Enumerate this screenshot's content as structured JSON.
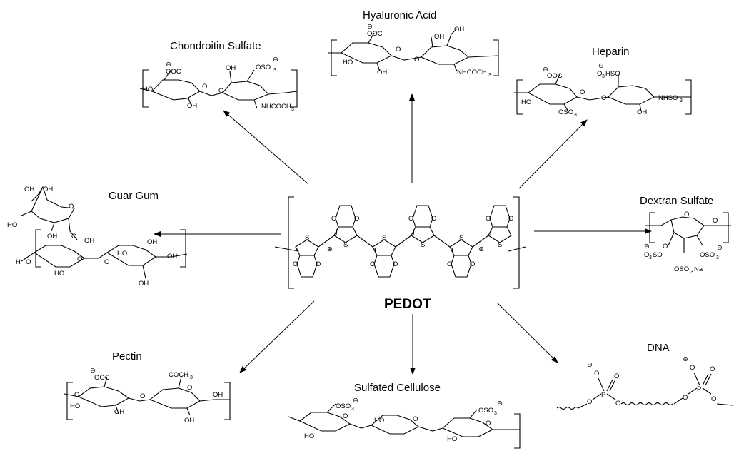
{
  "center": {
    "name": "PEDOT",
    "atoms": {
      "sulfur": "S",
      "oxygen": "O",
      "charge_plus": "⊕"
    }
  },
  "polyanions": [
    {
      "id": "chondroitin",
      "name": "Chondroitin Sulfate",
      "labels": [
        "OOC",
        "OSO",
        "3",
        "HO",
        "OH",
        "NHCOCH",
        "3",
        "OH",
        "O",
        "O",
        "⊖",
        "⊖"
      ]
    },
    {
      "id": "hyaluronic",
      "name": "Hyaluronic  Acid",
      "labels": [
        "OOC",
        "OH",
        "OH",
        "HO",
        "OH",
        "NHCOCH",
        "3",
        "O",
        "O",
        "⊖"
      ]
    },
    {
      "id": "heparin",
      "name": "Heparin",
      "labels": [
        "OOC",
        "O",
        "3",
        "HSO",
        "HO",
        "OSO",
        "3",
        "OH",
        "NHSO",
        "3",
        "O",
        "O",
        "⊖",
        "⊖"
      ]
    },
    {
      "id": "guar",
      "name": "Guar Gum",
      "labels": [
        "OH",
        "OH",
        "HO",
        "OH",
        "O",
        "H",
        "O",
        "OH",
        "HO",
        "O",
        "OH",
        "HO",
        "OH",
        "OH",
        "O",
        "O"
      ]
    },
    {
      "id": "dextran",
      "name": "Dextran Sulfate",
      "labels": [
        "O",
        "O",
        "O",
        "O",
        "3",
        "SO",
        "OSO",
        "3",
        "OSO",
        "3",
        "Na",
        "⊖",
        "⊖"
      ]
    },
    {
      "id": "pectin",
      "name": "Pectin",
      "labels": [
        "OOC",
        "COCH",
        "3",
        "HO",
        "OH",
        "OH",
        "OH",
        "O",
        "O",
        "O",
        "⊖"
      ]
    },
    {
      "id": "cellulose",
      "name": "Sulfated Cellulose",
      "labels": [
        "OSO",
        "3",
        "OSO",
        "3",
        "HO",
        "HO",
        "HO",
        "O",
        "O",
        "O",
        "⊖",
        "⊖"
      ]
    },
    {
      "id": "dna",
      "name": "DNA",
      "labels": [
        "O",
        "O",
        "P",
        "O",
        "O",
        "O",
        "O",
        "P",
        "O",
        "O",
        "⊖",
        "⊖"
      ]
    }
  ]
}
